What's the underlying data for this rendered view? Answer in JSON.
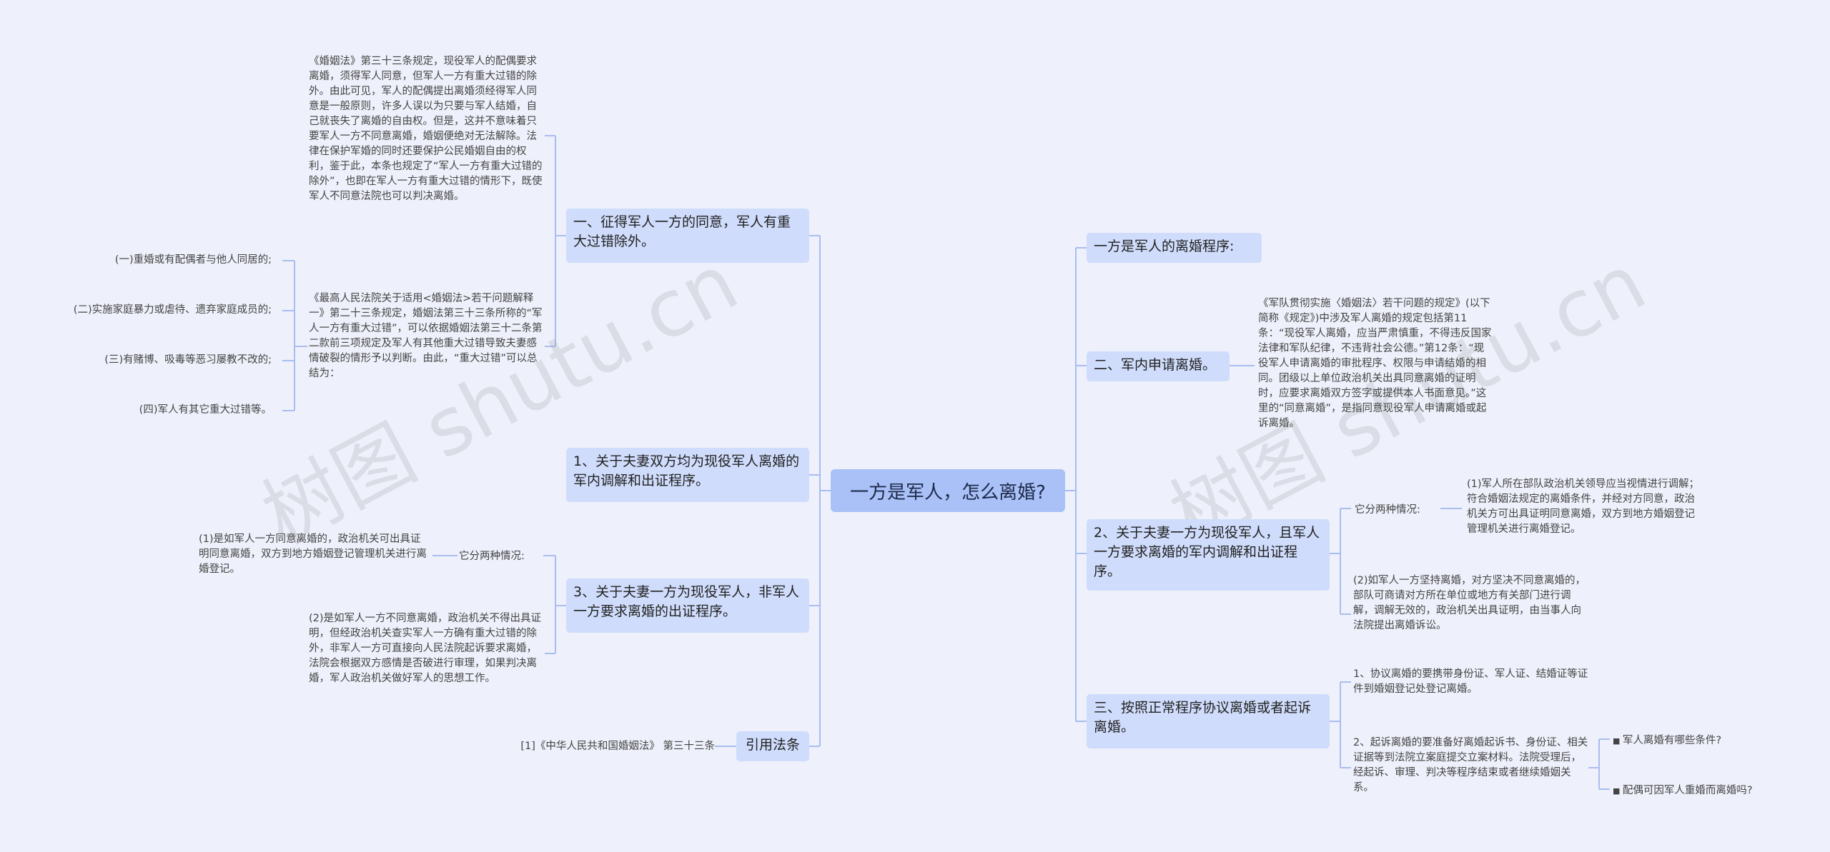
{
  "root": "一方是军人，怎么离婚?",
  "watermark": "树图 shutu.cn",
  "left": {
    "b1": {
      "label": "一、征得军人一方的同意，军人有重大过错除外。",
      "note1": "《婚姻法》第三十三条规定，现役军人的配偶要求离婚，须得军人同意，但军人一方有重大过错的除外。由此可见，军人的配偶提出离婚须经得军人同意是一般原则，许多人误以为只要与军人结婚，自己就丧失了离婚的自由权。但是，这并不意味着只要军人一方不同意离婚，婚姻便绝对无法解除。法律在保护军婚的同时还要保护公民婚姻自由的权利，鉴于此，本条也规定了“军人一方有重大过错的除外”，也即在军人一方有重大过错的情形下，既使军人不同意法院也可以判决离婚。",
      "note2": "《最高人民法院关于适用<婚姻法>若干问题解释一》第二十三条规定，婚姻法第三十三条所称的“军人一方有重大过错”，可以依据婚姻法第三十二条第二款前三项规定及军人有其他重大过错导致夫妻感情破裂的情形予以判断。由此，“重大过错”可以总结为：",
      "items": [
        "(一)重婚或有配偶者与他人同居的;",
        "(二)实施家庭暴力或虐待、遗弃家庭成员的;",
        "(三)有赌博、吸毒等恶习屡教不改的;",
        "(四)军人有其它重大过错等。"
      ]
    },
    "b2": {
      "label": "1、关于夫妻双方均为现役军人离婚的军内调解和出证程序。"
    },
    "b3": {
      "label": "3、关于夫妻一方为现役军人，非军人一方要求离婚的出证程序。",
      "tag": "它分两种情况:",
      "case1": "(1)是如军人一方同意离婚的，政治机关可出具证明同意离婚，双方到地方婚姻登记管理机关进行离婚登记。",
      "case2": "(2)是如军人一方不同意离婚，政治机关不得出具证明，但经政治机关查实军人一方确有重大过错的除外，非军人一方可直接向人民法院起诉要求离婚，法院会根据双方感情是否破进行审理，如果判决离婚，军人政治机关做好军人的思想工作。"
    },
    "b4": {
      "label": "引用法条",
      "ref": "[1]《中华人民共和国婚姻法》 第三十三条"
    }
  },
  "right": {
    "r1": {
      "label": "一方是军人的离婚程序:"
    },
    "r2": {
      "label": "二、军内申请离婚。",
      "note": "《军队贯彻实施〈婚姻法〉若干问题的规定》(以下简称《规定》)中涉及军人离婚的规定包括第11条：“现役军人离婚，应当严肃慎重，不得违反国家法律和军队纪律，不违背社会公德。”第12条：“现役军人申请离婚的审批程序、权限与申请结婚的相同。团级以上单位政治机关出具同意离婚的证明时，应要求离婚双方签字或提供本人书面意见。”这里的“同意离婚”，是指同意现役军人申请离婚或起诉离婚。"
    },
    "r3": {
      "label": "2、关于夫妻一方为现役军人，且军人一方要求离婚的军内调解和出证程序。",
      "tag": "它分两种情况:",
      "case1": "(1)军人所在部队政治机关领导应当视情进行调解；符合婚姻法规定的离婚条件，并经对方同意，政治机关方可出具证明同意离婚，双方到地方婚姻登记管理机关进行离婚登记。",
      "case2": "(2)如军人一方坚持离婚，对方坚决不同意离婚的，部队可商请对方所在单位或地方有关部门进行调解，调解无效的，政治机关出具证明，由当事人向法院提出离婚诉讼。"
    },
    "r4": {
      "label": "三、按照正常程序协议离婚或者起诉离婚。",
      "item1": "1、协议离婚的要携带身份证、军人证、结婚证等证件到婚姻登记处登记离婚。",
      "item2": "2、起诉离婚的要准备好离婚起诉书、身份证、相关证据等到法院立案庭提交立案材料。法院受理后，经起诉、审理、判决等程序结束或者继续婚姻关系。",
      "links": [
        "军人离婚有哪些条件?",
        "配偶可因军人重婚而离婚吗?"
      ]
    }
  }
}
